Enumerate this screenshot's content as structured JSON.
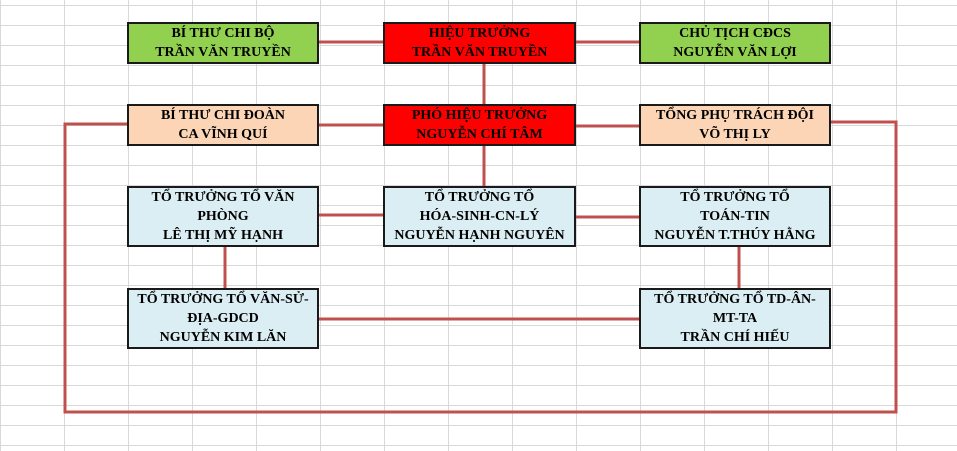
{
  "colors": {
    "green": "#92d050",
    "red": "#ff0000",
    "peach": "#fbd5b5",
    "blue": "#dbeef4",
    "connector": "#c0504d"
  },
  "boxes": {
    "bi_thu_chi_bo": [
      "BÍ THƯ CHI BỘ",
      "TRẦN VĂN TRUYỀN"
    ],
    "hieu_truong": [
      "HIỆU TRƯỞNG",
      "TRẦN VĂN TRUYỀN"
    ],
    "chu_tich_cdcs": [
      "CHỦ TỊCH CĐCS",
      "NGUYỄN VĂN LỢI"
    ],
    "bi_thu_chi_doan": [
      "BÍ THƯ CHI ĐOÀN",
      "CA VĨNH QUÍ"
    ],
    "pho_hieu_truong": [
      "PHÓ HIỆU TRƯỞNG",
      "NGUYỄN CHÍ TÂM"
    ],
    "tong_phu_trach_doi": [
      "TỔNG PHỤ TRÁCH ĐỘI",
      "VÕ THỊ LY"
    ],
    "to_van_phong": [
      "TỔ TRƯỞNG TỔ VĂN",
      "PHÒNG",
      "LÊ THỊ MỸ HẠNH"
    ],
    "to_hoa_sinh": [
      "TỔ TRƯỞNG TỔ",
      "HÓA-SINH-CN-LÝ",
      "NGUYỄN HẠNH NGUYÊN"
    ],
    "to_toan_tin": [
      "TỔ TRƯỞNG TỔ",
      "TOÁN-TIN",
      "NGUYỄN T.THÚY HẰNG"
    ],
    "to_van_su_dia": [
      "TỔ TRƯỞNG TỔ VĂN-SỬ-",
      "ĐỊA-GDCD",
      "NGUYỄN KIM LĂN"
    ],
    "to_td_an_mt": [
      "TỔ TRƯỞNG TỔ TD-ÂN-",
      "MT-TA",
      "TRẦN CHÍ HIẾU"
    ]
  }
}
